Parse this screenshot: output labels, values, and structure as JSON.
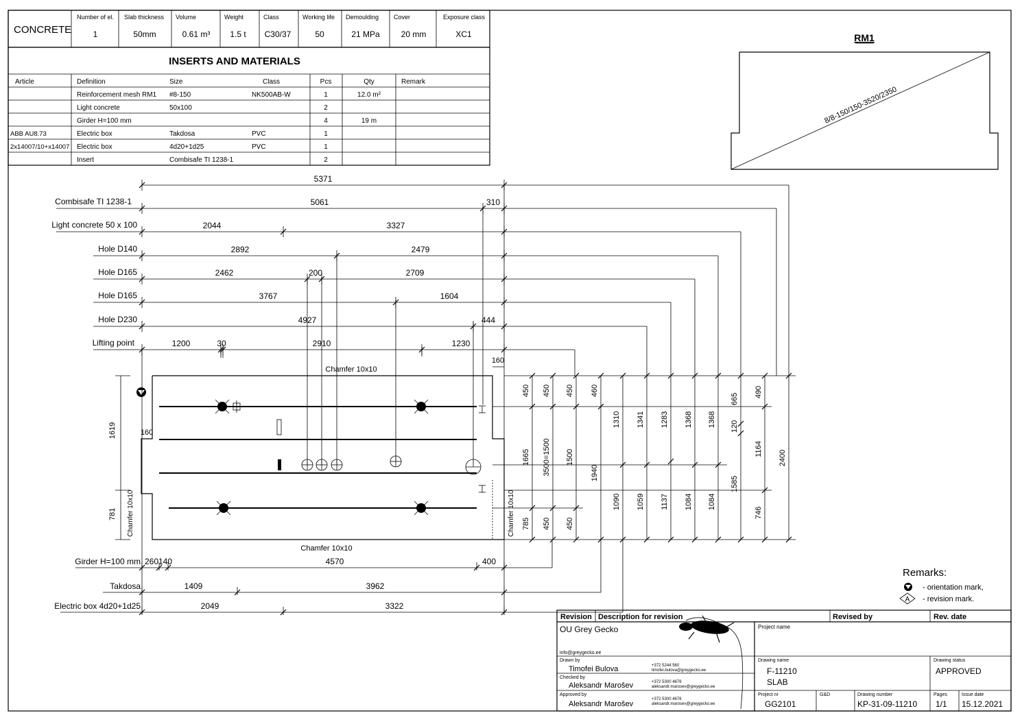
{
  "concrete_table": {
    "title": "CONCRETE",
    "headers": [
      "Number of el.",
      "Slab thickness",
      "Volume",
      "Weight",
      "Class",
      "Working life",
      "Demoulding",
      "Cover",
      "Exposure class"
    ],
    "values": [
      "1",
      "50mm",
      "0.61   m³",
      "1.5 t",
      "C30/37",
      "50",
      "21 MPa",
      "20  mm",
      "XC1"
    ]
  },
  "inserts_table": {
    "title": "INSERTS AND MATERIALS",
    "headers": [
      "Article",
      "Definition",
      "Size",
      "Class",
      "Pcs",
      "Qty",
      "Remark"
    ],
    "rows": [
      [
        "",
        "Reinforcement mesh RM1",
        "#8-150",
        "NK500AB-W",
        "1",
        "12.0 m²",
        ""
      ],
      [
        "",
        "Light concrete",
        "50x100",
        "",
        "2",
        "",
        ""
      ],
      [
        "",
        "Girder H=100 mm",
        "",
        "",
        "4",
        "19     m",
        ""
      ],
      [
        "ABB AU8.73",
        "Electric box",
        "Takdosa",
        "PVC",
        "1",
        "",
        ""
      ],
      [
        "2x14007/10+x14007",
        "Electric box",
        "4d20+1d25",
        "PVC",
        "1",
        "",
        ""
      ],
      [
        "",
        "Insert",
        "Combisafe TI 1238-1",
        "",
        "2",
        "",
        ""
      ]
    ]
  },
  "rm1": {
    "title": "RM1",
    "label": "8/8-150/150-3520/2350"
  },
  "dim_rows": [
    {
      "label": "",
      "values": [
        "5371"
      ]
    },
    {
      "label": "Combisafe  TI 1238-1",
      "values": [
        "5061",
        "310"
      ]
    },
    {
      "label": "Light concrete  50 x 100",
      "values": [
        "2044",
        "3327"
      ]
    },
    {
      "label": "Hole  D140",
      "values": [
        "2892",
        "2479"
      ]
    },
    {
      "label": "Hole  D165",
      "values": [
        "2462",
        "200",
        "2709"
      ]
    },
    {
      "label": "Hole  D165",
      "values": [
        "3767",
        "1604"
      ]
    },
    {
      "label": "Hole  D230",
      "values": [
        "4927",
        "444"
      ]
    },
    {
      "label": "Lifting point",
      "values": [
        "1200",
        "30",
        "2910",
        "1230"
      ]
    }
  ],
  "bottom_dims": [
    {
      "label": "Girder H=100 mm",
      "values": [
        "260",
        "140",
        "4570",
        "400"
      ]
    },
    {
      "label": "Takdosa",
      "values": [
        "1409",
        "3962"
      ]
    },
    {
      "label": "Electric box  4d20+1d25",
      "values": [
        "2049",
        "3322"
      ]
    }
  ],
  "plan_labels": {
    "chamfer_top": "Chamfer 10x10",
    "chamfer_bottom": "Chamfer 10x10",
    "chamfer_left": "Chamfer  10x10",
    "chamfer_right": "Chamfer  10x10",
    "d160_top": "160",
    "d160_left": "160",
    "d1619": "1619",
    "d781": "781"
  },
  "right_dims": {
    "c1": [
      "450",
      "1665",
      "785"
    ],
    "c2": [
      "450",
      "3500=1500",
      "450"
    ],
    "c3": [
      "450",
      "1500",
      "450"
    ],
    "c4": [
      "460",
      "1940"
    ],
    "c5": [
      "1310",
      "1090"
    ],
    "c6": [
      "1341",
      "1059"
    ],
    "c7": [
      "1283",
      "1137"
    ],
    "c8": [
      "1368",
      "1084"
    ],
    "c9": [
      "1368",
      "1084"
    ],
    "c10": [
      "665",
      "120",
      "1585"
    ],
    "c11": [
      "490",
      "1164",
      "746"
    ],
    "c12": [
      "2400"
    ]
  },
  "remarks": {
    "title": "Remarks:",
    "orientation": "- orientation mark,",
    "revision": "- revision mark.",
    "revision_symbol": "A"
  },
  "title_block": {
    "revision_header": "Revision",
    "description_header": "Description for revision",
    "revised_by_header": "Revised by",
    "rev_date_header": "Rev. date",
    "company": "OU Grey Gecko",
    "email": "info@greygecko.ee",
    "project_name_label": "Project name",
    "drawn_by_label": "Drawn by",
    "drawn_by": "Timofei Bulova",
    "drawn_phone": "+372 5244 560",
    "drawn_email": "timofei.bulova@greygecko.ee",
    "checked_by_label": "Checked by",
    "checked_by": "Aleksandr Marošev",
    "checked_phone": "+372 5300 4676",
    "checked_email": "aleksandr.marosev@greygecko.ee",
    "approved_by_label": "Approved by",
    "approved_by": "Aleksandr Marošev",
    "approved_phone": "+372 5300 4676",
    "approved_email": "aleksandr.marosev@greygecko.ee",
    "drawing_name_label": "Drawing name",
    "drawing_name_1": "F-11210",
    "drawing_name_2": "SLAB",
    "drawing_status_label": "Drawing status",
    "drawing_status": "APPROVED",
    "project_nr_label": "Project nr",
    "project_nr": "GG2101",
    "gd_label": "G&D",
    "drawing_number_label": "Drawing number",
    "drawing_number": "KP-31-09-11210",
    "pages_label": "Pages",
    "pages": "1/1",
    "issue_date_label": "Issue date",
    "issue_date": "15.12.2021"
  }
}
